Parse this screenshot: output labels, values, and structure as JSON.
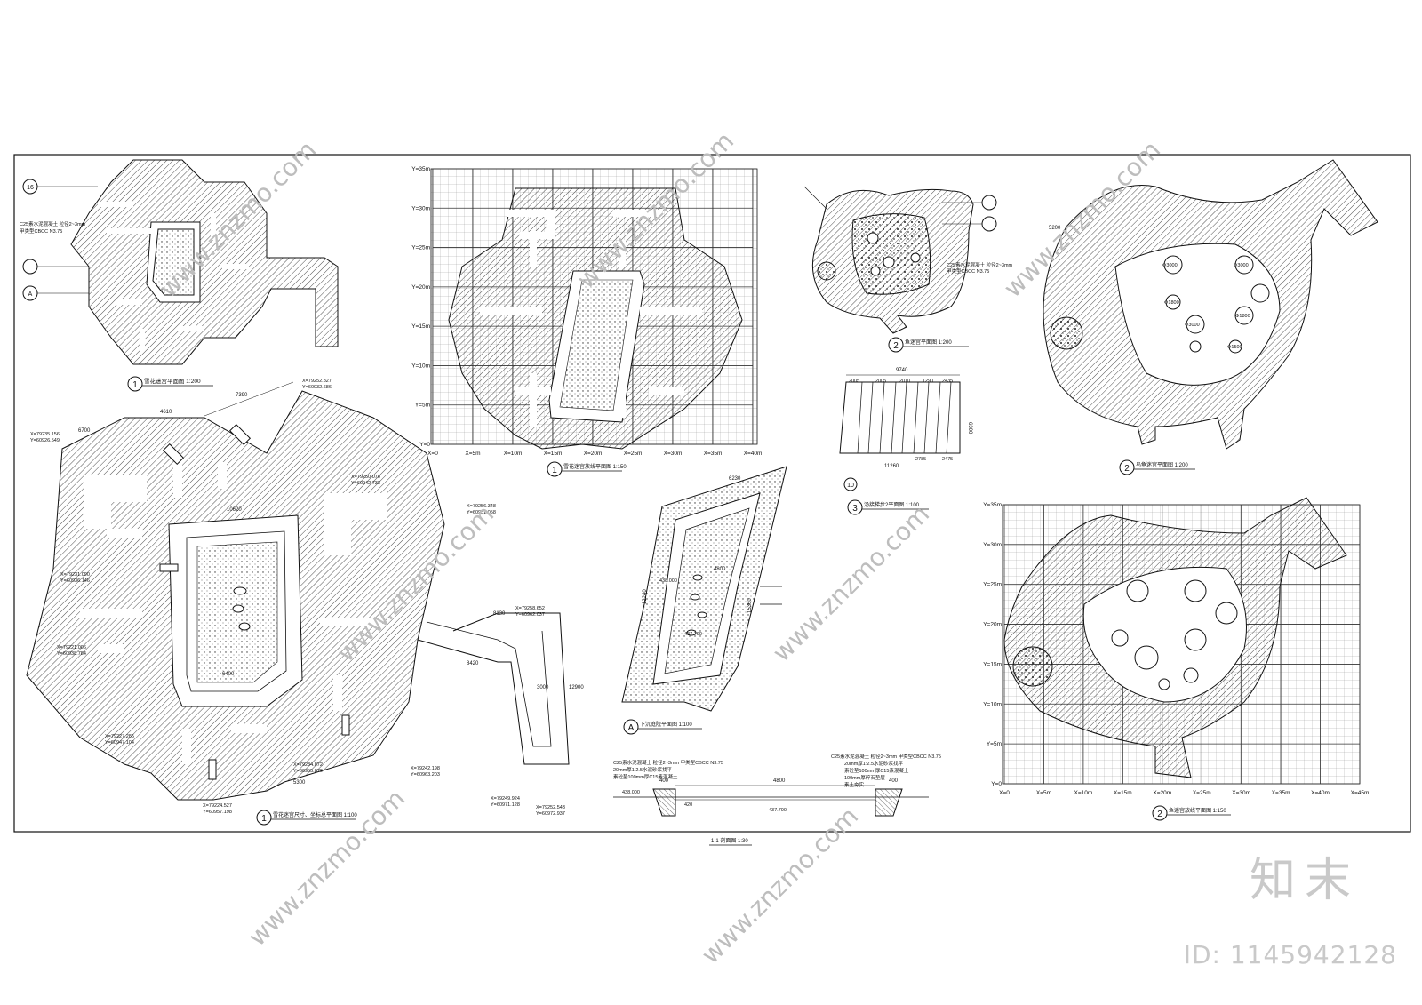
{
  "watermark": {
    "brand": "知末",
    "id_text": "ID: 1145942128",
    "diag_text": "www.znzmo.com"
  },
  "panels": {
    "p1_title": "雪花迷宫平面图 1:200",
    "p1_num": "1",
    "p1_tag_top": "16",
    "p1_tag_a": "A",
    "p1_note1": "C25素水泥混凝土 粒径2~3mm",
    "p1_note2": "甲类型CBCC N3.75",
    "p2_title": "雪花迷宫尺寸、坐标总平面图 1:100",
    "p2_num": "1",
    "p3_title": "雪花迷宫放线平面图 1:150",
    "p3_num": "1",
    "p4_title": "下沉庭院平面图 1:100",
    "p4_num": "A",
    "p5_title": "1-1 剖面图 1:30",
    "p6_title": "鱼迷宫平面图 1:200",
    "p6_num": "2",
    "p7_title": "汤接梯步2平面图 1:100",
    "p7_num": "3",
    "p8_title": "鸟龟迷宫平面图 1:200",
    "p8_num": "2",
    "p9_title": "鱼迷宫放线平面图 1:150",
    "p9_num": "2"
  },
  "grid1": {
    "x_labels": [
      "X=0",
      "X=5m",
      "X=10m",
      "X=15m",
      "X=20m",
      "X=25m",
      "X=30m",
      "X=35m",
      "X=40m"
    ],
    "y_labels": [
      "Y=0",
      "Y=5m",
      "Y=10m",
      "Y=15m",
      "Y=20m",
      "Y=25m",
      "Y=30m",
      "Y=35m"
    ]
  },
  "grid2": {
    "x_labels": [
      "X=0",
      "X=5m",
      "X=10m",
      "X=15m",
      "X=20m",
      "X=25m",
      "X=30m",
      "X=35m",
      "X=40m",
      "X=45m"
    ],
    "y_labels": [
      "Y=0",
      "Y=5m",
      "Y=10m",
      "Y=15m",
      "Y=20m",
      "Y=25m",
      "Y=30m",
      "Y=35m"
    ]
  },
  "coords": {
    "c1": "X=79252.827",
    "c1b": "Y=60932.686",
    "c2": "X=79235.156",
    "c2b": "Y=60926.549",
    "c3": "X=79250.070",
    "c3b": "Y=60942.738",
    "c4": "X=79256.348",
    "c4b": "Y=60951.058",
    "c5": "X=79231.090",
    "c5b": "Y=60936.146",
    "c6": "X=79221.006",
    "c6b": "Y=60938.784",
    "c7": "X=79258.652",
    "c7b": "Y=60962.037",
    "c8": "X=79227.285",
    "c8b": "Y=60947.104",
    "c9": "X=79234.872",
    "c9b": "Y=60955.879",
    "c10": "X=79242.198",
    "c10b": "Y=60963.203",
    "c11": "X=79224.527",
    "c11b": "Y=60957.198",
    "c12": "X=79249.924",
    "c12b": "Y=60971.128",
    "c13": "X=79252.543",
    "c13b": "Y=60972.937"
  },
  "dims": {
    "d_top": "7390",
    "d_4610": "4610",
    "d_6700": "6700",
    "d_10620": "10620",
    "d_8130": "8130",
    "d_8420": "8420",
    "d_3000": "3000",
    "d_12900": "12900",
    "d_6400": "6400",
    "d_5300": "5300",
    "d_6230": "6230",
    "d_4800": "4800",
    "d_12240": "12240",
    "d_15360": "15360",
    "d_438": "438.000",
    "d_437": "437.700",
    "d_9740": "9740",
    "d_2005": "2005",
    "d_2010": "2010",
    "d_1290": "1290",
    "d_2435": "2435",
    "d_11260": "11260",
    "d_2785": "2785",
    "d_2475": "2475",
    "d_6300": "6300",
    "d_5200": "5200",
    "d_phi3000": "Φ3000",
    "d_phi1800": "Φ1800",
    "d_phi1500": "Φ1500"
  },
  "section": {
    "n1": "C25素水泥混凝土 粒径2~3mm 甲类型CBCC N3.75",
    "n2": "20mm厚1:2.5水泥砂浆找平",
    "n3": "素砼垫100mm厚C15素混凝土",
    "n4": "100mm厚碎石垫层",
    "n5": "素土夯实",
    "d4800": "4800",
    "d400a": "400",
    "d400b": "400",
    "elev1": "438.000",
    "elev2": "437.700",
    "d420": "420"
  },
  "p7": {
    "tag": "10"
  }
}
